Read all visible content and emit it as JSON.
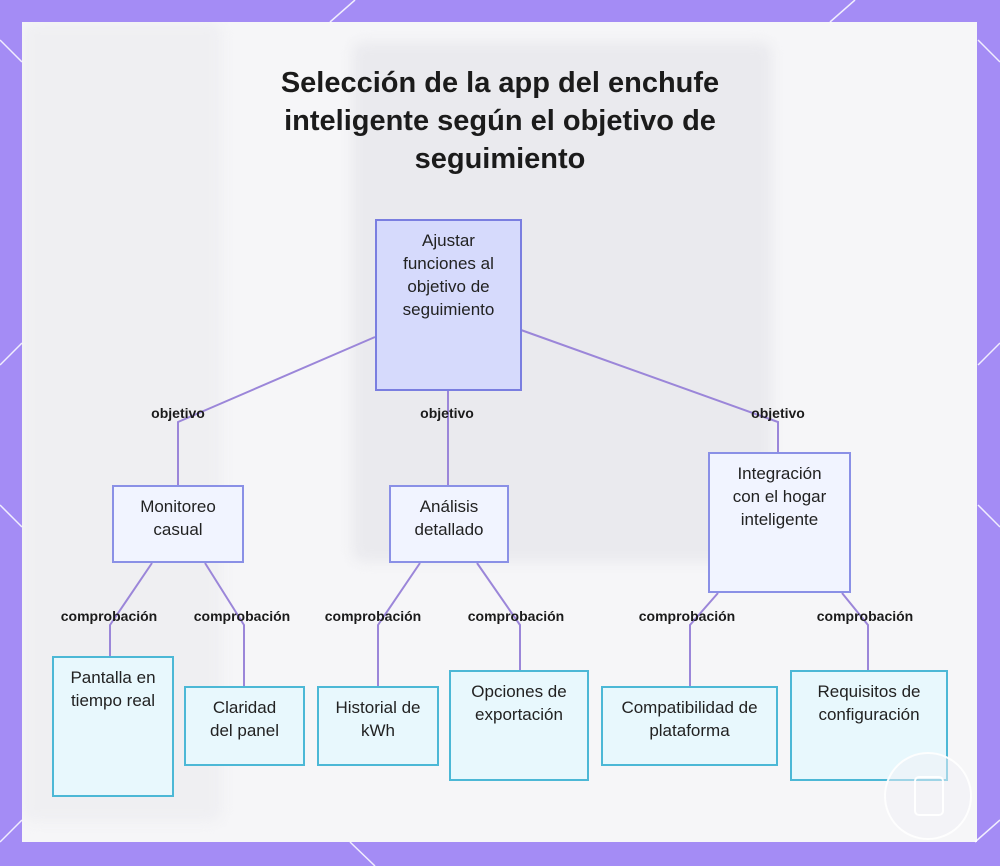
{
  "title": "Selección de la app del enchufe inteligente según el objetivo de seguimiento",
  "nodes": {
    "root": {
      "text": "Ajustar funciones al objetivo de seguimiento"
    },
    "casual": {
      "text": "Monitoreo casual"
    },
    "detallado": {
      "text": "Análisis detallado"
    },
    "integracion": {
      "text": "Integración con el hogar inteligente"
    },
    "pantalla": {
      "text": "Pantalla en tiempo real"
    },
    "claridad": {
      "text": "Claridad del panel"
    },
    "historial": {
      "text": "Historial de kWh"
    },
    "opciones": {
      "text": "Opciones de exportación"
    },
    "compatibilidad": {
      "text": "Compatibilidad de plataforma"
    },
    "requisitos": {
      "text": "Requisitos de configuración"
    }
  },
  "edge_labels": {
    "objetivo": "objetivo",
    "comprobacion": "comprobación"
  },
  "colors": {
    "frame": "#a48cf5",
    "root_fill": "#d6dafc",
    "mid_fill": "#f1f4ff",
    "leaf_fill": "#e8f8fd",
    "edge": "#9b86d9"
  }
}
